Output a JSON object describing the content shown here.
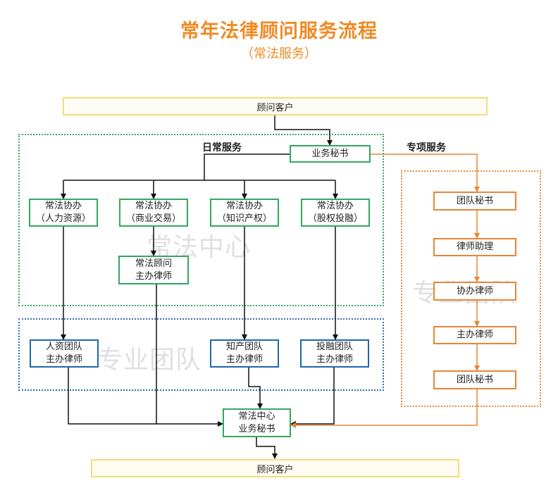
{
  "title": "常年法律顾问服务流程",
  "subtitle": "（常法服务）",
  "top_bar": "顾问客户",
  "bottom_bar": "顾问客户",
  "section_labels": {
    "daily": "日常服务",
    "special": "专项服务"
  },
  "watermarks": {
    "center": "常法中心",
    "team_left": "专业团队",
    "team_right": "专业团队"
  },
  "daily": {
    "secretary": "业务秘书",
    "assist": [
      {
        "l1": "常法协办",
        "l2": "（人力资源）"
      },
      {
        "l1": "常法协办",
        "l2": "（商业交易）"
      },
      {
        "l1": "常法协办",
        "l2": "（知识产权）"
      },
      {
        "l1": "常法协办",
        "l2": "（股权投融）"
      }
    ],
    "advisor": {
      "l1": "常法顾问",
      "l2": "主办律师"
    }
  },
  "teams": [
    {
      "l1": "人资团队",
      "l2": "主办律师"
    },
    {
      "l1": "知产团队",
      "l2": "主办律师"
    },
    {
      "l1": "投融团队",
      "l2": "主办律师"
    }
  ],
  "special": {
    "steps": [
      "团队秘书",
      "律师助理",
      "协办律师",
      "主办律师",
      "团队秘书"
    ]
  },
  "center_secretary": {
    "l1": "常法中心",
    "l2": "业务秘书"
  },
  "colors": {
    "title": "#f08a24",
    "green": "#31a860",
    "blue": "#1f66ae",
    "orange": "#e98535",
    "bar_border": "#f3dd7a"
  }
}
